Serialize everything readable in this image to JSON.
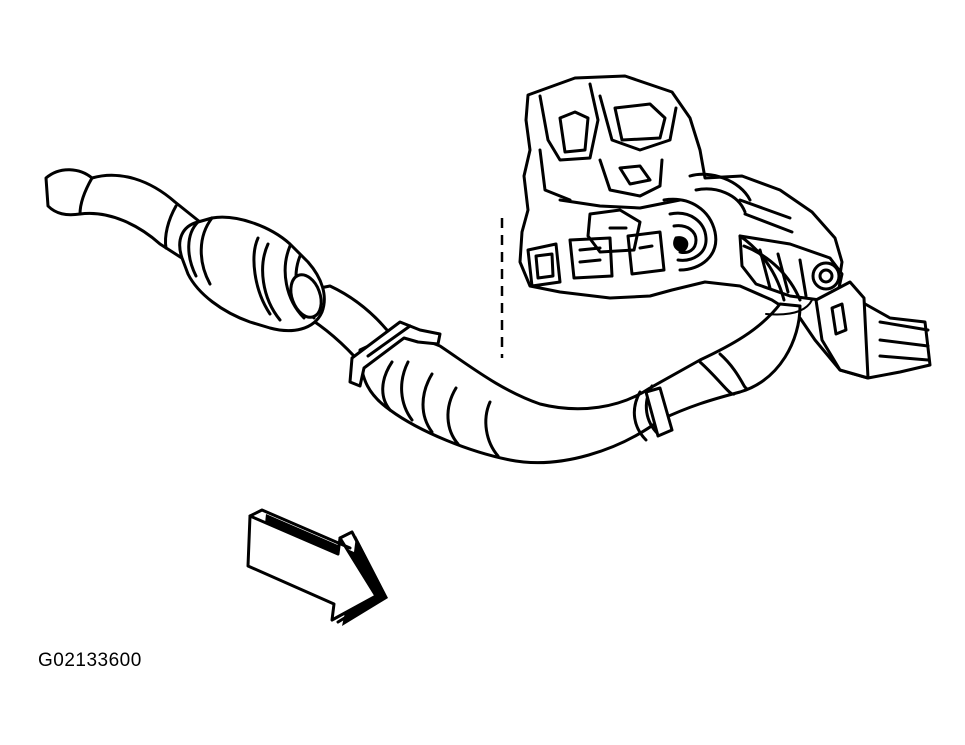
{
  "figure": {
    "code": "G02133600"
  },
  "components": {
    "pipe": "exhaust-pipe",
    "converter": "catalytic-converter",
    "engine": "engine-transmission-assembly",
    "arrow": "front-direction-arrow"
  },
  "colors": {
    "ink": "#000000",
    "paper": "#ffffff"
  }
}
